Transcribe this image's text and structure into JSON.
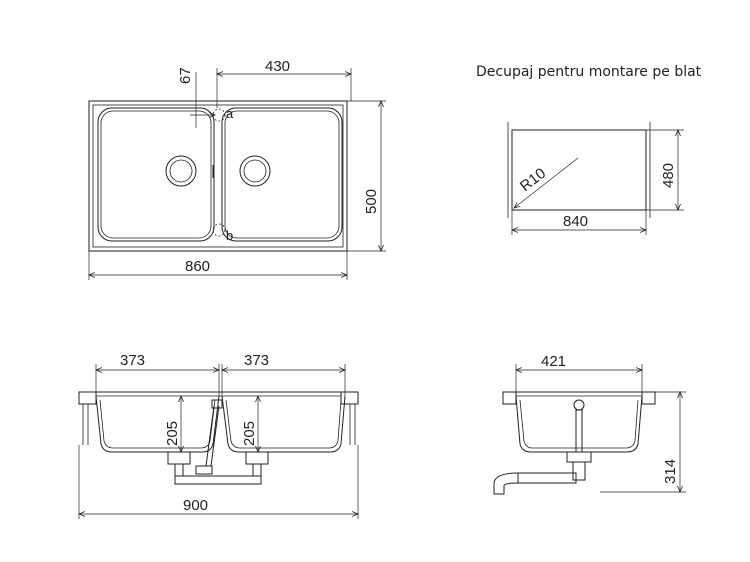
{
  "caption": "Decupaj pentru montare pe blat",
  "top_view": {
    "dim_width": "860",
    "dim_depth": "500",
    "dim_bowl_spacing": "430",
    "dim_offset": "67",
    "label_a": "a",
    "label_b": "b"
  },
  "cutout": {
    "dim_width": "840",
    "dim_depth": "480",
    "dim_radius": "R10"
  },
  "front_view": {
    "dim_bowl_left": "373",
    "dim_bowl_right": "373",
    "dim_depth_left": "205",
    "dim_depth_right": "205",
    "dim_total": "900"
  },
  "side_view": {
    "dim_bowl": "421",
    "dim_height": "314"
  }
}
